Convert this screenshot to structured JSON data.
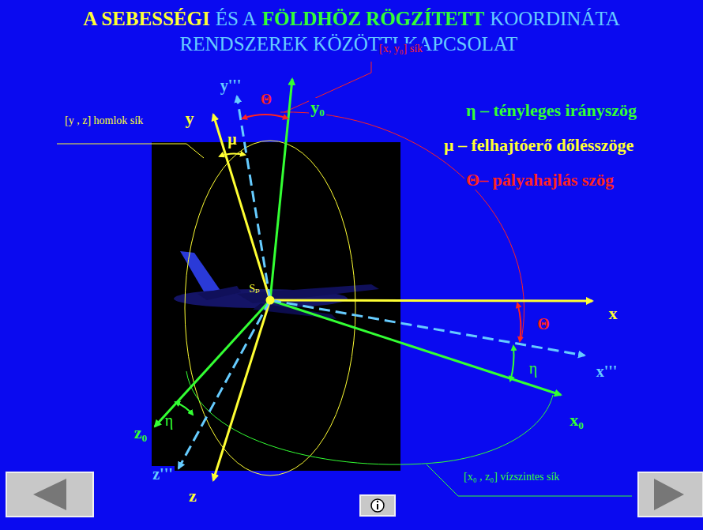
{
  "diagram": {
    "labels": [
      "A SEBESSÉGI",
      "ÉS A",
      "FÖLDHÖZ RÖGZÍTETT",
      "KOORDINÁTA RENDSZEREK KÖZÖTTI KAPCSOLAT",
      "[x, y₀]  sík",
      "η – tényleges irányszög",
      "μ – felhajtóerő dőlésszöge",
      "Θ– pályahajlás szög",
      "y'''",
      "y₀",
      "y",
      "Θ",
      "μ",
      "[y , z] homlok sík",
      "Sₚ",
      "x",
      "Θ",
      "η",
      "x'''",
      "x₀",
      "z₀",
      "η",
      "z'''",
      "z",
      "[x₀ , z₀] vízszintes sík"
    ]
  }
}
